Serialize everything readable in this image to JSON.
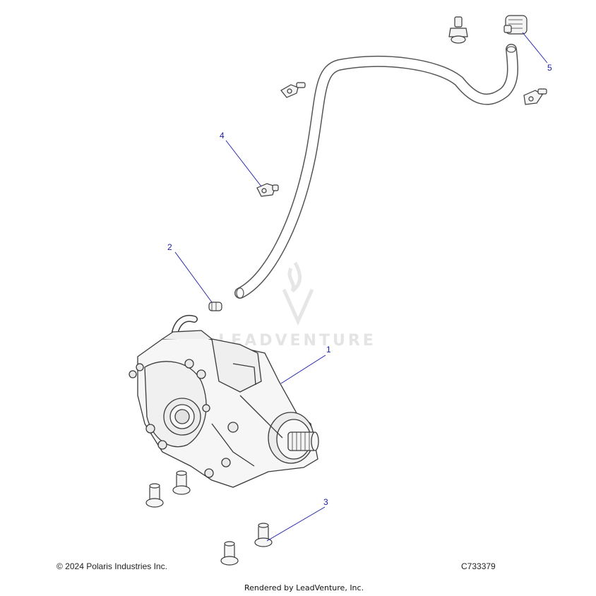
{
  "diagram": {
    "callouts": [
      {
        "id": "1",
        "label": "1"
      },
      {
        "id": "2",
        "label": "2"
      },
      {
        "id": "3",
        "label": "3"
      },
      {
        "id": "4",
        "label": "4"
      },
      {
        "id": "5",
        "label": "5"
      }
    ],
    "watermark_text": "LEADVENTURE",
    "line_color": "#1a1aa6",
    "part_stroke": "#3a3a3a"
  },
  "footer": {
    "copyright": "© 2024 Polaris Industries Inc.",
    "diagram_code": "C733379",
    "rendered_by": "Rendered by LeadVenture, Inc."
  }
}
